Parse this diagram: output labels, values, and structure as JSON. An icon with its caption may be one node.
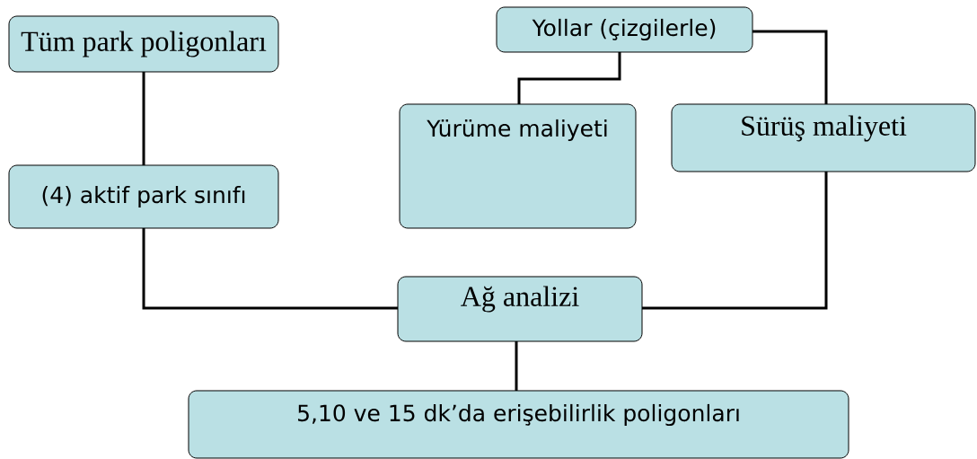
{
  "diagram": {
    "nodes": [
      {
        "text": [
          "Tüm park poligonları"
        ]
      },
      {
        "text": [
          "(4) aktif park sınıfı"
        ]
      },
      {
        "text": [
          "Yollar (çizgilerle)"
        ]
      },
      {
        "text": [
          "Yürüme maliyeti"
        ]
      },
      {
        "text": [
          "Sürüş maliyeti"
        ]
      },
      {
        "text": [
          "Ağ analizi"
        ]
      },
      {
        "text": [
          "5,10 ve 15 dk’da erişebilirlik poligonları"
        ]
      }
    ],
    "edges": [
      {
        "from": 0,
        "to": 1,
        "arrow": "none"
      },
      {
        "from": 2,
        "to": 3,
        "arrow": "none"
      },
      {
        "from": 2,
        "to": 4,
        "arrow": "none"
      },
      {
        "from": 1,
        "to": 5,
        "arrow": "none"
      },
      {
        "from": 4,
        "to": 5,
        "arrow": "none"
      },
      {
        "from": 5,
        "to": 6,
        "arrow": "none"
      }
    ]
  }
}
